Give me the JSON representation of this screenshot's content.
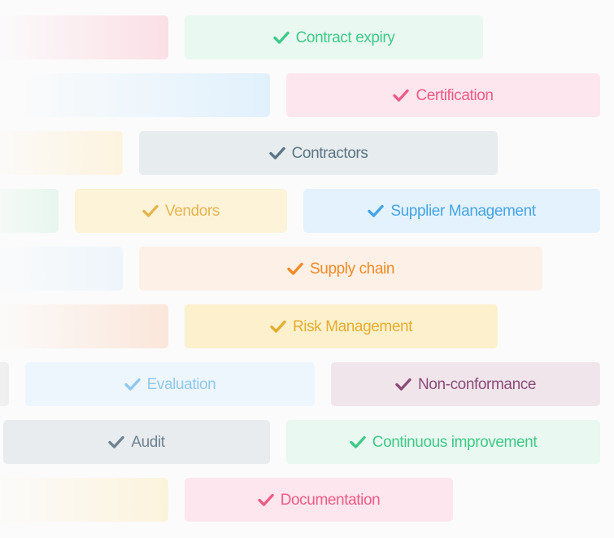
{
  "tags": [
    {
      "label": "Contract expiry",
      "color": "#3fc98a",
      "bg": "#e9f8f0",
      "icon": "checkmark-icon"
    },
    {
      "label": "Certification",
      "color": "#ee5b86",
      "bg": "#fde6ee",
      "icon": "checkmark-icon"
    },
    {
      "label": "Contractors",
      "color": "#5b7585",
      "bg": "#e7ecee",
      "icon": "checkmark-icon"
    },
    {
      "label": "Vendors",
      "color": "#e5b44d",
      "bg": "#fdf3d9",
      "icon": "checkmark-icon"
    },
    {
      "label": "Supplier Management",
      "color": "#45a4e6",
      "bg": "#e3f2fd",
      "icon": "checkmark-icon"
    },
    {
      "label": "Supply chain",
      "color": "#f28a25",
      "bg": "#fdf0e6",
      "icon": "checkmark-icon"
    },
    {
      "label": "Risk Management",
      "color": "#e5ad2e",
      "bg": "#fcf0cd",
      "icon": "checkmark-icon"
    },
    {
      "label": "Evaluation",
      "color": "#90c8ef",
      "bg": "#eef6fd",
      "icon": "checkmark-icon"
    },
    {
      "label": "Non-conformance",
      "color": "#8a4b78",
      "bg": "#f1e5ec",
      "icon": "checkmark-icon"
    },
    {
      "label": "Audit",
      "color": "#6d8392",
      "bg": "#e8ecef",
      "icon": "checkmark-icon"
    },
    {
      "label": "Continuous improvement",
      "color": "#40c988",
      "bg": "#e9f8f0",
      "icon": "checkmark-icon"
    },
    {
      "label": "Documentation",
      "color": "#ee5b86",
      "bg": "#fde6ee",
      "icon": "checkmark-icon"
    }
  ],
  "fades": [
    {
      "color": "#fbdfe6"
    },
    {
      "color": "#e1f1fc"
    },
    {
      "color": "#fdf3df"
    },
    {
      "color": "#e7f6ee"
    },
    {
      "color": "#eef5fb"
    },
    {
      "color": "#fbe6da"
    },
    {
      "color": "#eeeeee"
    },
    {
      "color": "#e9edef"
    },
    {
      "color": "#fcf3dc"
    }
  ]
}
